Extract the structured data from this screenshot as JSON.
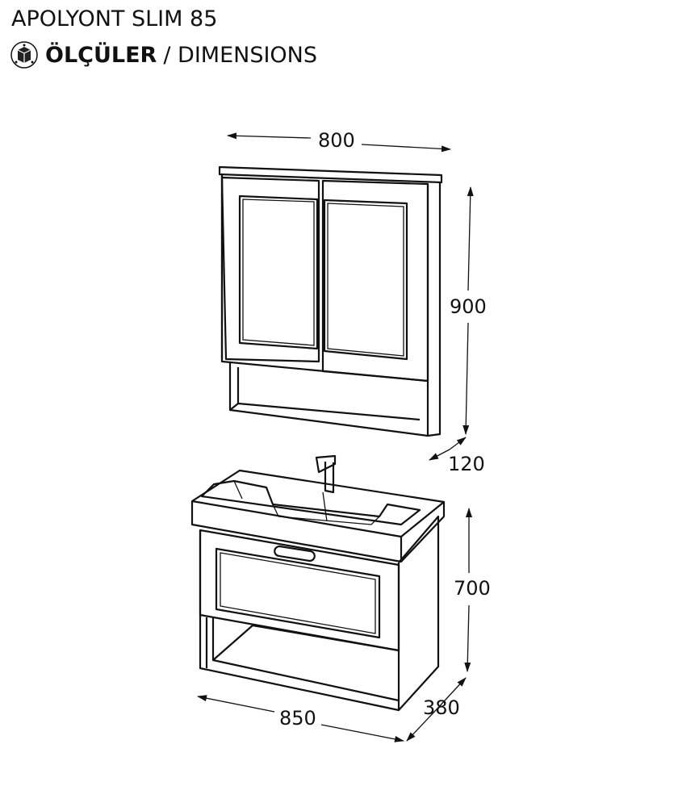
{
  "header": {
    "title": "APOLYONT SLIM 85",
    "subtitle_bold": "ÖLÇÜLER",
    "subtitle_rest": "/ DIMENSIONS",
    "icon": "dimensions-cube-icon"
  },
  "dimensions": {
    "mirror_width": "800",
    "mirror_height": "900",
    "mirror_depth": "120",
    "vanity_height": "700",
    "vanity_width": "850",
    "vanity_depth": "380"
  }
}
